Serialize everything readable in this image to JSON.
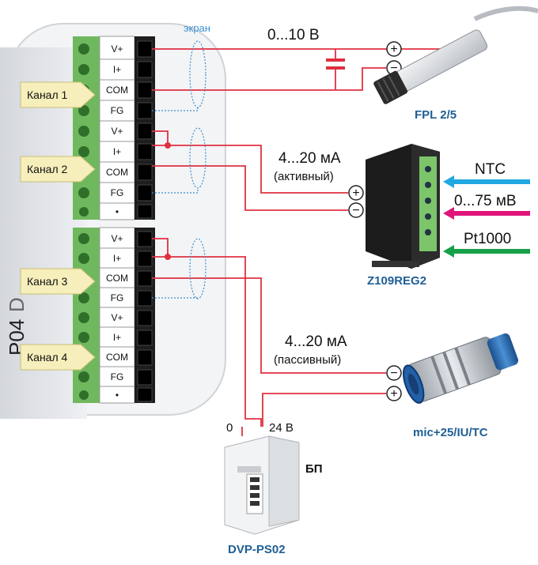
{
  "colors": {
    "wire_red": "#e03040",
    "ntc_blue": "#21a8e0",
    "mv_magenta": "#e0157a",
    "pt_green": "#17a047",
    "terminal_green": "#7cc56a",
    "label_yellow": "#f6eebb",
    "device_title": "#1f5f95",
    "shield_blue": "#3a8fd0"
  },
  "module": {
    "model_partial": "P04",
    "model_fragment": "D",
    "terminals_top": [
      "V+",
      "I+",
      "COM",
      "FG",
      "V+",
      "I+",
      "COM",
      "FG",
      "•"
    ],
    "terminals_bottom": [
      "V+",
      "I+",
      "COM",
      "FG",
      "V+",
      "I+",
      "COM",
      "FG",
      "•"
    ],
    "channels": [
      "Канал 1",
      "Канал 2",
      "Канал 3",
      "Канал 4"
    ]
  },
  "labels": {
    "ekran": "экран",
    "voltage_range": "0...10 В",
    "current_active": "4...20 мА",
    "active_note": "(активный)",
    "current_passive": "4...20 мА",
    "passive_note": "(пассивный)",
    "ps_zero": "0",
    "ps_24v": "24 В",
    "bp": "БП",
    "plus": "+",
    "minus": "−"
  },
  "inputs": {
    "ntc": "NTC",
    "mv": "0...75 мВ",
    "pt": "Pt1000"
  },
  "devices": {
    "fpl": "FPL 2/5",
    "z109": "Z109REG2",
    "mic": "mic+25/IU/TC",
    "dvp": "DVP-PS02"
  }
}
